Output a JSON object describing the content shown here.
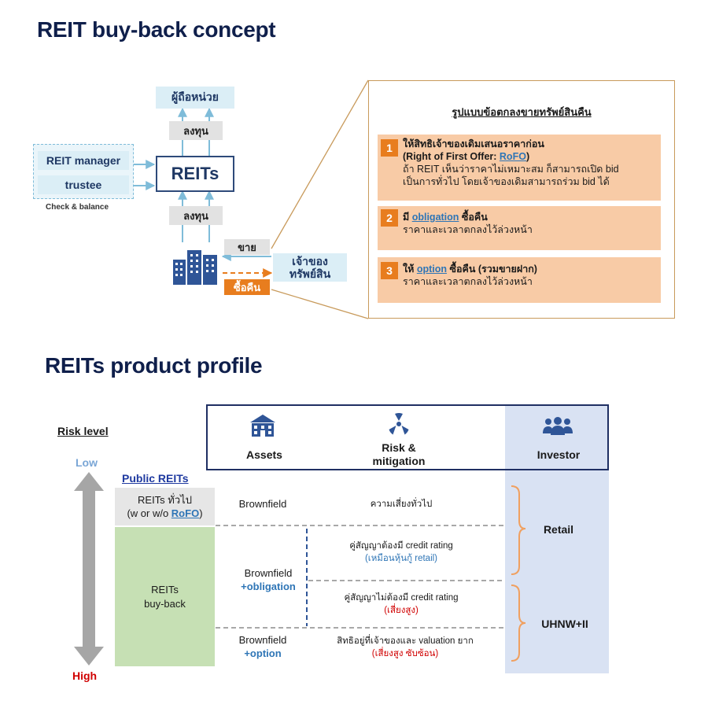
{
  "section1": {
    "title": "REIT buy-back concept",
    "unitholder": "ผู้ถือหน่วย",
    "invest_top": "ลงทุน",
    "reits": "REITs",
    "invest_bottom": "ลงทุน",
    "reit_manager": "REIT manager",
    "trustee": "trustee",
    "check_balance": "Check & balance",
    "sell": "ขาย",
    "buyback": "ซื้อคืน",
    "owner_line1": "เจ้าของ",
    "owner_line2": "ทรัพย์สิน",
    "panel_title": "รูปแบบข้อตกลงขายทรัพย์สินคืน",
    "options": [
      {
        "num": "1",
        "line1": "ให้สิทธิเจ้าของเดิมเสนอราคาก่อน",
        "line2_pre": "(Right of First Offer: ",
        "line2_kw": "RoFO",
        "line2_post": ")",
        "line3": "ถ้า REIT เห็นว่าราคาไม่เหมาะสม ก็สามารถเปิด bid",
        "line4": "เป็นการทั่วไป โดยเจ้าของเดิมสามารถร่วม bid ได้"
      },
      {
        "num": "2",
        "pre": "มี ",
        "kw": "obligation",
        "post": " ซื้อคืน",
        "sub": "ราคาและเวลาตกลงไว้ล่วงหน้า"
      },
      {
        "num": "3",
        "pre": "ให้ ",
        "kw": "option",
        "post": " ซื้อคืน (รวมขายฝาก)",
        "sub": "ราคาและเวลาตกลงไว้ล่วงหน้า"
      }
    ]
  },
  "section2": {
    "title": "REITs product profile",
    "risk_level": "Risk level",
    "low": "Low",
    "high": "High",
    "public_reits": "Public REITs",
    "headers": {
      "assets": "Assets",
      "risk_l1": "Risk &",
      "risk_l2": "mitigation",
      "investor": "Investor"
    },
    "general_l1": "REITs ทั่วไป",
    "general_l2_pre": "(w or w/o ",
    "general_l2_kw": "RoFO",
    "general_l2_post": ")",
    "buyback_l1": "REITs",
    "buyback_l2": "buy-back",
    "rows": {
      "r1_asset": "Brownfield",
      "r1_risk": "ความเสี่ยงทั่วไป",
      "r2_asset_l1": "Brownfield",
      "r2_asset_l2": "+obligation",
      "r2a_risk_l1": "คู่สัญญาต้องมี credit rating",
      "r2a_risk_l2": "(เหมือนหุ้นกู้ retail)",
      "r2b_risk_l1": "คู่สัญญาไม่ต้องมี credit rating",
      "r2b_risk_l2": "(เสี่ยงสูง)",
      "r3_asset_l1": "Brownfield",
      "r3_asset_l2": "+option",
      "r3_risk_l1": "สิทธิอยู่ที่เจ้าของและ valuation ยาก",
      "r3_risk_l2": "(เสี่ยงสูง ซับซ้อน)"
    },
    "retail": "Retail",
    "uhnw": "UHNW+II"
  },
  "colors": {
    "navy": "#0f1f4b",
    "orange": "#e87d1e",
    "light_orange": "#f8cba6",
    "light_blue": "#dbeef6",
    "green": "#c6e0b4",
    "investor_bg": "#d9e2f3"
  },
  "icons": [
    "building-icon",
    "city-buildings-icon",
    "radiation-icon",
    "people-group-icon"
  ]
}
